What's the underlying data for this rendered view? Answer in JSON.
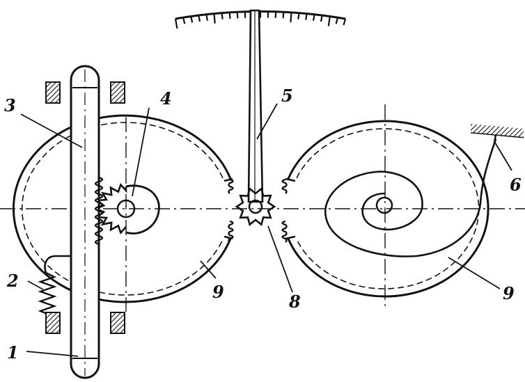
{
  "diagram": {
    "callouts": [
      {
        "id": "c1",
        "text": "1"
      },
      {
        "id": "c2",
        "text": "2"
      },
      {
        "id": "c3",
        "text": "3"
      },
      {
        "id": "c4",
        "text": "4"
      },
      {
        "id": "c5",
        "text": "5"
      },
      {
        "id": "c6",
        "text": "6"
      },
      {
        "id": "c8",
        "text": "8"
      },
      {
        "id": "c9a",
        "text": "9"
      },
      {
        "id": "c9b",
        "text": "9"
      }
    ],
    "colors": {
      "ink": "#111111",
      "background": "#ffffff"
    }
  }
}
